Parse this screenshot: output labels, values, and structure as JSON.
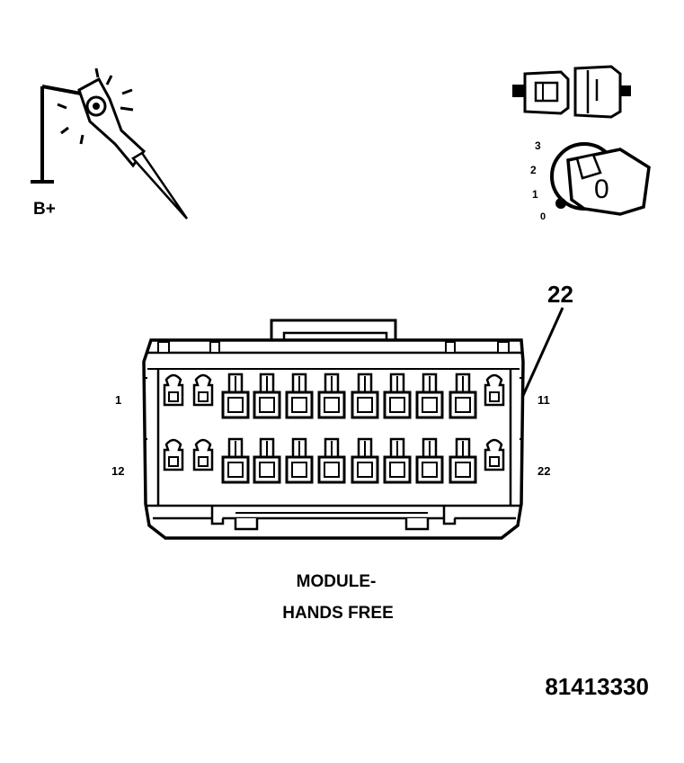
{
  "test_probe": {
    "label": "B+",
    "probe_icon": "test-light-probe-icon"
  },
  "ignition": {
    "connector_icon": "disconnected-connector-icon",
    "key_icon": "ignition-key-icon",
    "positions": [
      "3",
      "2",
      "1",
      "0"
    ],
    "key_label": "0"
  },
  "connector": {
    "callout": "22",
    "pin_labels": {
      "top_left": "1",
      "top_right": "11",
      "bottom_left": "12",
      "bottom_right": "22"
    }
  },
  "caption": {
    "line1": "MODULE-",
    "line2": "HANDS FREE"
  },
  "figure_id": "81413330",
  "colors": {
    "ink": "#000000",
    "paper": "#ffffff"
  }
}
